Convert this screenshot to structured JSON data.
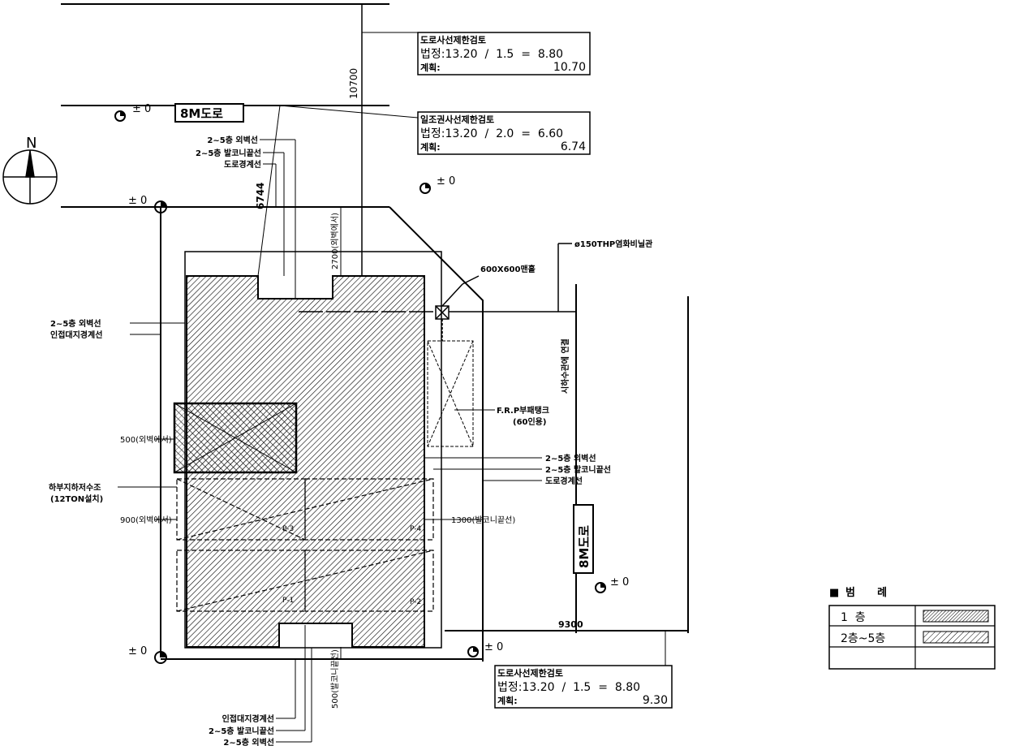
{
  "north_label": "N",
  "road_top_label": "8M도로",
  "road_right_label": "8M도로",
  "zero_marks": [
    "± 0",
    "± 0",
    "± 0",
    "± 0",
    "± 0",
    "± 0"
  ],
  "check_road_top": {
    "title": "도로사선제한검토",
    "line1": "법정:13.20  /  1.5  =  8.80",
    "line2_label": "계획:",
    "line2_value": "10.70"
  },
  "check_sun": {
    "title": "일조권사선제한검토",
    "line1": "법정:13.20  /  2.0  =  6.60",
    "line2_label": "계획:",
    "line2_value": "6.74"
  },
  "check_road_bottom": {
    "title": "도로사선제한검토",
    "line1": "법정:13.20  /  1.5  =  8.80",
    "line2_label": "계획:",
    "line2_value": "9.30"
  },
  "dims": {
    "d10700": "10700",
    "d6744": "6744",
    "d2700": "2700(외벽에서)",
    "d500_left": "500(외벽에서)",
    "d900_left": "900(외벽에서)",
    "d1300": "1300(발코니끝선)",
    "d500_bottom": "500(발코니끝선)",
    "d9300": "9300"
  },
  "labels": {
    "top_outer_wall": "2~5층 외벽선",
    "top_balcony": "2~5층 발코니끝선",
    "top_road_boundary": "도로경계선",
    "left_outer_wall": "2~5층 외벽선",
    "left_adjacent": "인접대지경계선",
    "pipe": "ø150THP염화비닐관",
    "manhole": "600X600맨홀",
    "sewer": "시하수관에 연결",
    "septic_tank": "F.R.P부패탱크",
    "septic_capacity": "(60인용)",
    "right_outer_wall": "2~5층 외벽선",
    "right_balcony": "2~5층 발코니끝선",
    "right_road_boundary": "도로경계선",
    "water_tank": "하부지하저수조",
    "water_tank_capacity": "(12TON설치)",
    "bottom_adjacent": "인접대지경계선",
    "bottom_balcony": "2~5층 발코니끝선",
    "bottom_outer_wall": "2~5층 외벽선",
    "parking": [
      "P-1",
      "P-2",
      "P-3",
      "P-4"
    ]
  },
  "legend": {
    "title_mark": "■",
    "title": "범      례",
    "rows": [
      "1  층",
      "2층~5층"
    ]
  }
}
